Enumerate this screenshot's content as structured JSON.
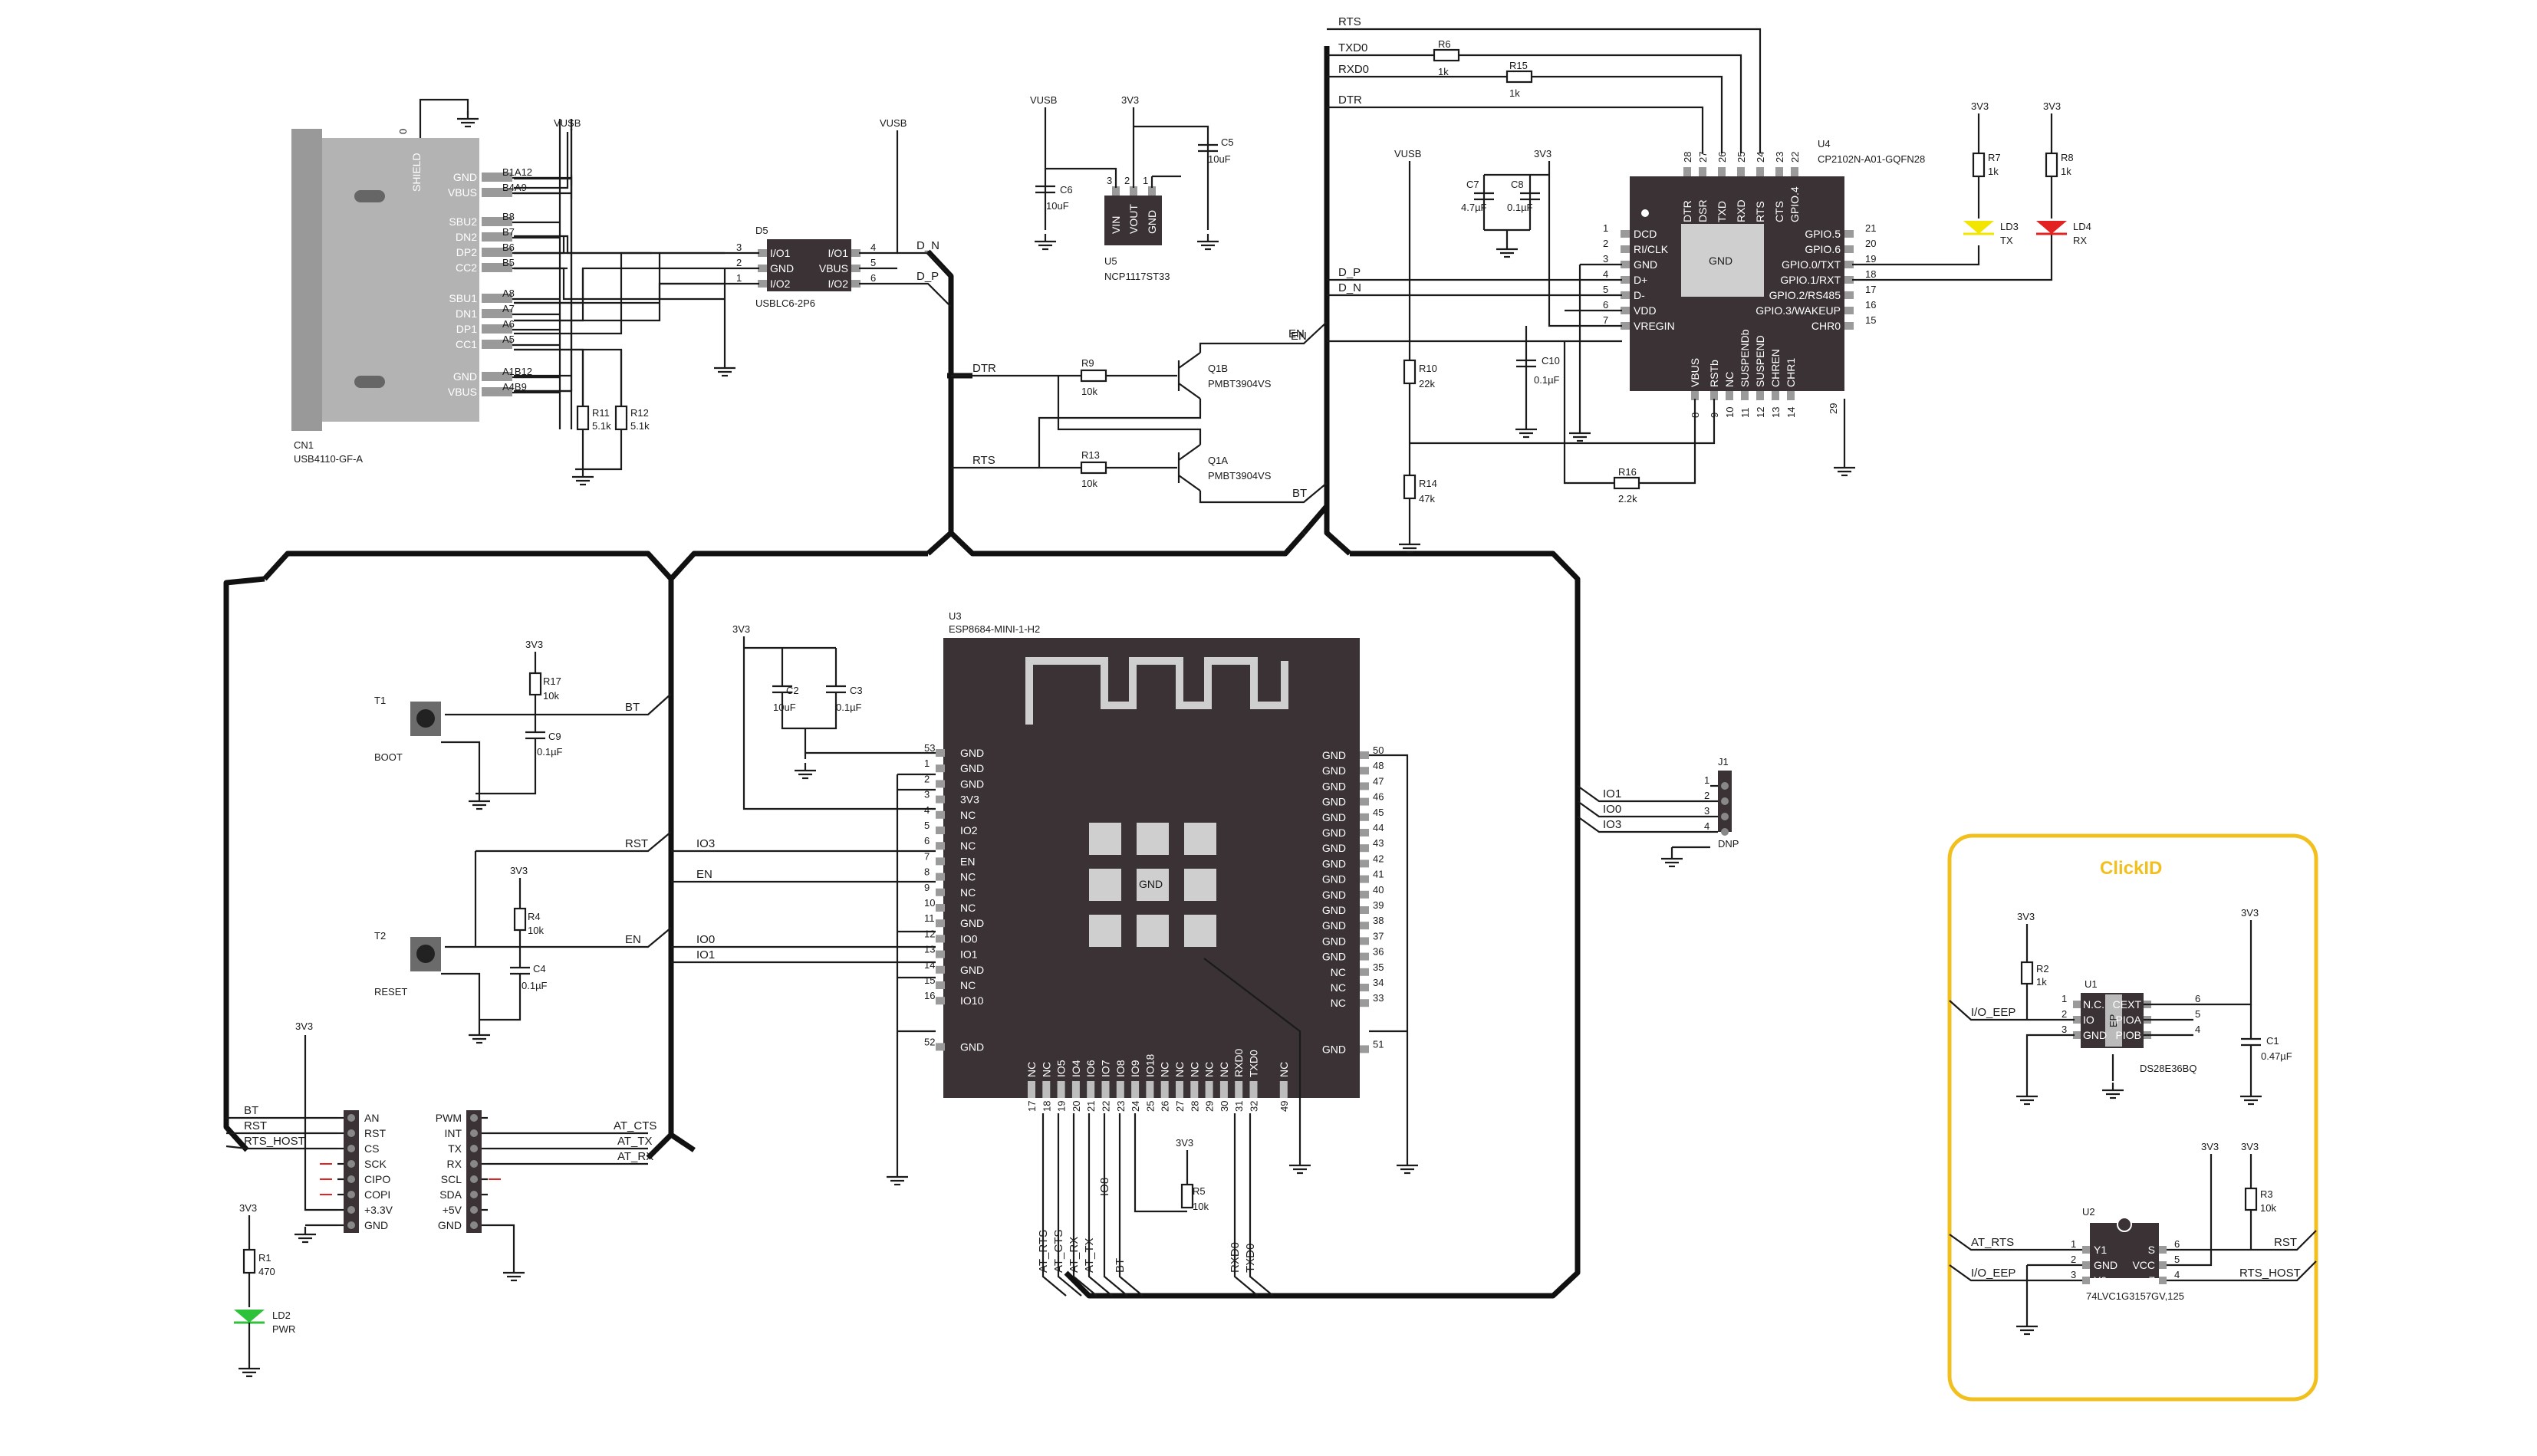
{
  "usb": {
    "ref": "CN1",
    "part": "USB4110-GF-A",
    "shield": "SHIELD",
    "shield_net": "0",
    "pins": [
      "GND",
      "VBUS",
      "SBU2",
      "DN2",
      "DP2",
      "CC2",
      "SBU1",
      "DN1",
      "DP1",
      "CC1",
      "GND",
      "VBUS"
    ],
    "pads": [
      "B1A12",
      "B4A9",
      "B8",
      "B7",
      "B6",
      "B5",
      "A8",
      "A7",
      "A6",
      "A5",
      "A1B12",
      "A4B9"
    ]
  },
  "d5": {
    "ref": "D5",
    "part": "USBLC6-2P6",
    "left": [
      "I/O1",
      "GND",
      "I/O2"
    ],
    "right": [
      "I/O1",
      "VBUS",
      "I/O2"
    ],
    "lnum": [
      "3",
      "2",
      "1"
    ],
    "rnum": [
      "4",
      "5",
      "6"
    ]
  },
  "u5": {
    "ref": "U5",
    "part": "NCP1117ST33",
    "pins": [
      "VIN",
      "VOUT",
      "GND"
    ],
    "nums": [
      "3",
      "2",
      "1"
    ]
  },
  "u4": {
    "ref": "U4",
    "part": "CP2102N-A01-GQFN28",
    "center": "GND",
    "left": [
      "DCD",
      "RI/CLK",
      "GND",
      "D+",
      "D-",
      "VDD",
      "VREGIN"
    ],
    "lnum": [
      "1",
      "2",
      "3",
      "4",
      "5",
      "6",
      "7"
    ],
    "right": [
      "GPIO.5",
      "GPIO.6",
      "GPIO.0/TXT",
      "GPIO.1/RXT",
      "GPIO.2/RS485",
      "GPIO.3/WAKEUP",
      "CHR0"
    ],
    "rnum": [
      "21",
      "20",
      "19",
      "18",
      "17",
      "16",
      "15"
    ],
    "top": [
      "DTR",
      "DSR",
      "TXD",
      "RXD",
      "RTS",
      "CTS",
      "GPIO.4"
    ],
    "tnum": [
      "28",
      "27",
      "26",
      "25",
      "24",
      "23",
      "22"
    ],
    "bottom": [
      "VBUS",
      "RSTb",
      "NC",
      "SUSPENDb",
      "SUSPEND",
      "CHREN",
      "CHR1"
    ],
    "bnum": [
      "8",
      "9",
      "10",
      "11",
      "12",
      "13",
      "14"
    ],
    "pin29": "29"
  },
  "u3": {
    "ref": "U3",
    "part": "ESP8684-MINI-1-H2",
    "center": "GND",
    "left": [
      "GND",
      "GND",
      "GND",
      "3V3",
      "NC",
      "IO2",
      "NC",
      "EN",
      "NC",
      "NC",
      "NC",
      "GND",
      "IO0",
      "IO1",
      "GND",
      "NC",
      "IO10",
      "GND"
    ],
    "lnum": [
      "53",
      "1",
      "2",
      "3",
      "4",
      "5",
      "6",
      "7",
      "8",
      "9",
      "10",
      "11",
      "12",
      "13",
      "14",
      "15",
      "16",
      "52"
    ],
    "right": [
      "GND",
      "GND",
      "GND",
      "GND",
      "GND",
      "GND",
      "GND",
      "GND",
      "GND",
      "GND",
      "GND",
      "GND",
      "GND",
      "GND",
      "NC",
      "NC",
      "NC",
      "GND"
    ],
    "rnum": [
      "50",
      "48",
      "47",
      "46",
      "45",
      "44",
      "43",
      "42",
      "41",
      "40",
      "39",
      "38",
      "37",
      "36",
      "35",
      "34",
      "33",
      "51"
    ],
    "bottom": [
      "NC",
      "NC",
      "IO5",
      "IO4",
      "IO6",
      "IO7",
      "IO8",
      "IO9",
      "IO18",
      "NC",
      "NC",
      "NC",
      "NC",
      "NC",
      "RXD0",
      "TXD0",
      "NC"
    ],
    "bnum": [
      "17",
      "18",
      "19",
      "20",
      "21",
      "22",
      "23",
      "24",
      "25",
      "26",
      "27",
      "28",
      "29",
      "30",
      "31",
      "32",
      "49"
    ]
  },
  "parts": {
    "r6": [
      "R6",
      "1k"
    ],
    "r15": [
      "R15",
      "1k"
    ],
    "r7": [
      "R7",
      "1k"
    ],
    "r8": [
      "R8",
      "1k"
    ],
    "ld3": [
      "LD3",
      "TX"
    ],
    "ld4": [
      "LD4",
      "RX"
    ],
    "c6": [
      "C6",
      "10uF"
    ],
    "c5": [
      "C5",
      "10uF"
    ],
    "c7": [
      "C7",
      "4.7µF"
    ],
    "c8": [
      "C8",
      "0.1µF"
    ],
    "c10": [
      "C10",
      "0.1µF"
    ],
    "r10": [
      "R10",
      "22k"
    ],
    "r14": [
      "R14",
      "47k"
    ],
    "r16": [
      "R16",
      "2.2k"
    ],
    "r11": [
      "R11",
      "5.1k"
    ],
    "r12": [
      "R12",
      "5.1k"
    ],
    "r9": [
      "R9",
      "10k"
    ],
    "r13": [
      "R13",
      "10k"
    ],
    "q1b": [
      "Q1B",
      "PMBT3904VS"
    ],
    "q1a": [
      "Q1A",
      "PMBT3904VS"
    ],
    "r17": [
      "R17",
      "10k"
    ],
    "c9": [
      "C9",
      "0.1µF"
    ],
    "t1": [
      "T1",
      "BOOT"
    ],
    "r4": [
      "R4",
      "10k"
    ],
    "c4": [
      "C4",
      "0.1µF"
    ],
    "t2": [
      "T2",
      "RESET"
    ],
    "c2": [
      "C2",
      "10uF"
    ],
    "c3": [
      "C3",
      "0.1µF"
    ],
    "r5": [
      "R5",
      "10k"
    ],
    "r1": [
      "R1",
      "470"
    ],
    "ld2": [
      "LD2",
      "PWR"
    ],
    "j1": [
      "J1",
      "DNP"
    ],
    "r2": [
      "R2",
      "1k"
    ],
    "c1": [
      "C1",
      "0.47µF"
    ],
    "r3": [
      "R3",
      "10k"
    ]
  },
  "nets": {
    "vusb": "VUSB",
    "v33": "3V3",
    "dn": "D_N",
    "dp": "D_P",
    "rts": "RTS",
    "txd0": "TXD0",
    "rxd0": "RXD0",
    "dtr": "DTR",
    "en": "EN",
    "bt": "BT",
    "rst": "RST",
    "io3": "IO3",
    "io0": "IO0",
    "io1": "IO1",
    "at_rts": "AT_RTS",
    "at_cts": "AT_CTS",
    "at_rx": "AT_RX",
    "at_tx": "AT_TX",
    "io8": "IO8",
    "rts_host": "RTS_HOST",
    "io_eep": "I/O_EEP"
  },
  "mikrobus": {
    "left": [
      "AN",
      "RST",
      "CS",
      "SCK",
      "CIPO",
      "COPI",
      "+3.3V",
      "GND"
    ],
    "right": [
      "PWM",
      "INT",
      "TX",
      "RX",
      "SCL",
      "SDA",
      "+5V",
      "GND"
    ],
    "left_nets": [
      "BT",
      "RST",
      "RTS_HOST"
    ]
  },
  "clickid": {
    "title": "ClickID",
    "u1": {
      "ref": "U1",
      "part": "DS28E36BQ",
      "left": [
        "N.C.",
        "IO",
        "GND"
      ],
      "lnum": [
        "1",
        "2",
        "3"
      ],
      "right": [
        "CEXT",
        "PIOA",
        "PIOB"
      ],
      "rnum": [
        "6",
        "5",
        "4"
      ],
      "ep": "EP"
    },
    "u2": {
      "ref": "U2",
      "part": "74LVC1G3157GV,125",
      "left": [
        "Y1",
        "GND",
        "Y0"
      ],
      "lnum": [
        "1",
        "2",
        "3"
      ],
      "right": [
        "S",
        "VCC",
        "Z"
      ],
      "rnum": [
        "6",
        "5",
        "4"
      ]
    }
  },
  "j1_pins": [
    "1",
    "2",
    "3",
    "4"
  ],
  "colors": {
    "chip": "#3a3234",
    "clickid": "#f2c01e",
    "led_yellow": "#f2e500",
    "led_red": "#e32222",
    "led_green": "#2ec23a"
  }
}
